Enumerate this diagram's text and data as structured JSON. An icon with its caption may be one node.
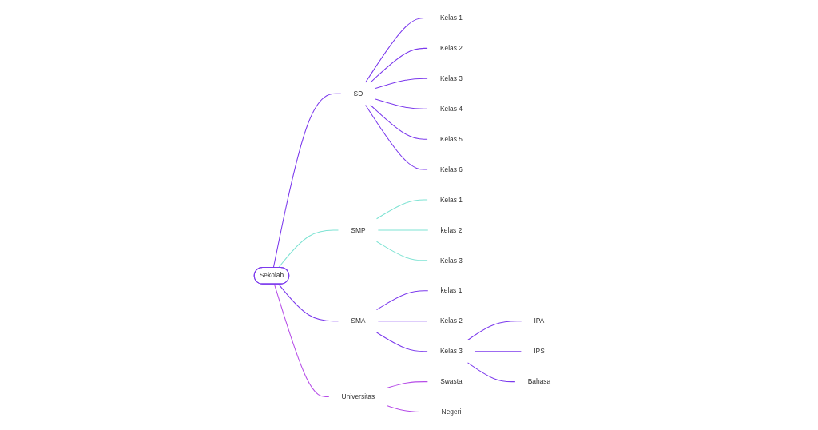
{
  "diagram": {
    "nodes": [
      {
        "text": [
          "Sekolah"
        ]
      },
      {
        "text": [
          "SD"
        ]
      },
      {
        "text": [
          "Kelas 1"
        ]
      },
      {
        "text": [
          "Kelas 2"
        ]
      },
      {
        "text": [
          "Kelas 3"
        ]
      },
      {
        "text": [
          "Kelas 4"
        ]
      },
      {
        "text": [
          "Kelas 5"
        ]
      },
      {
        "text": [
          "Kelas 6"
        ]
      },
      {
        "text": [
          "SMP"
        ]
      },
      {
        "text": [
          "Kelas 1"
        ]
      },
      {
        "text": [
          "kelas 2"
        ]
      },
      {
        "text": [
          "Kelas 3"
        ]
      },
      {
        "text": [
          "SMA"
        ]
      },
      {
        "text": [
          "kelas 1"
        ]
      },
      {
        "text": [
          "Kelas 2"
        ]
      },
      {
        "text": [
          "Kelas 3"
        ]
      },
      {
        "text": [
          "IPA"
        ]
      },
      {
        "text": [
          "IPS"
        ]
      },
      {
        "text": [
          "Bahasa"
        ]
      },
      {
        "text": [
          "Universitas"
        ]
      },
      {
        "text": [
          "Swasta"
        ]
      },
      {
        "text": [
          "Negeri"
        ]
      }
    ],
    "edges": [
      {
        "from": 0,
        "to": 1,
        "arrow": "none"
      },
      {
        "from": 1,
        "to": 2,
        "arrow": "none"
      },
      {
        "from": 1,
        "to": 3,
        "arrow": "none"
      },
      {
        "from": 1,
        "to": 4,
        "arrow": "none"
      },
      {
        "from": 1,
        "to": 5,
        "arrow": "none"
      },
      {
        "from": 1,
        "to": 6,
        "arrow": "none"
      },
      {
        "from": 1,
        "to": 7,
        "arrow": "none"
      },
      {
        "from": 0,
        "to": 8,
        "arrow": "none",
        "color": "#7ee3d3"
      },
      {
        "from": 8,
        "to": 9,
        "arrow": "none",
        "color": "#7ee3d3"
      },
      {
        "from": 8,
        "to": 10,
        "arrow": "none",
        "color": "#7ee3d3"
      },
      {
        "from": 8,
        "to": 11,
        "arrow": "none",
        "color": "#7ee3d3"
      },
      {
        "from": 0,
        "to": 12,
        "arrow": "none"
      },
      {
        "from": 12,
        "to": 13,
        "arrow": "none"
      },
      {
        "from": 12,
        "to": 14,
        "arrow": "none"
      },
      {
        "from": 12,
        "to": 15,
        "arrow": "none"
      },
      {
        "from": 15,
        "to": 16,
        "arrow": "none"
      },
      {
        "from": 15,
        "to": 17,
        "arrow": "none"
      },
      {
        "from": 15,
        "to": 18,
        "arrow": "none"
      },
      {
        "from": 0,
        "to": 19,
        "arrow": "none",
        "color": "#b64ce8"
      },
      {
        "from": 19,
        "to": 20,
        "arrow": "none",
        "color": "#b64ce8"
      },
      {
        "from": 19,
        "to": 21,
        "arrow": "none",
        "color": "#b64ce8"
      }
    ]
  }
}
